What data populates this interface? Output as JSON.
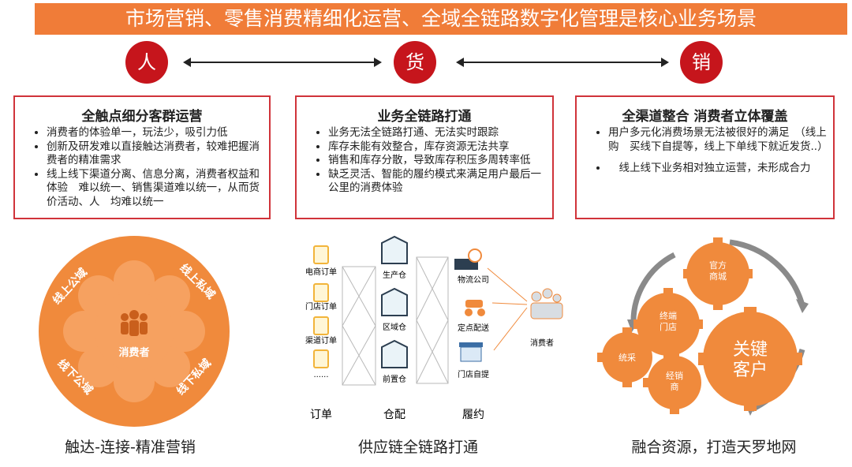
{
  "banner_title": "市场营销、零售消费精细化运营、全域全链路数字化管理是核心业务场景",
  "pillars": [
    {
      "circle": "人",
      "heading": "全触点细分客群运营",
      "bullets": [
        "消费者的体验单一，玩法少，吸引力低",
        "创新及研发难以直接触达消费者，较难把握消费者的精准需求",
        "线上线下渠道分离、信息分离，消费者权益和体验　难以统一、销售渠道难以统一，从而货价活动、人　均难以统一"
      ]
    },
    {
      "circle": "货",
      "heading": "业务全链路打通",
      "bullets": [
        "业务无法全链路打通、无法实时跟踪",
        "库存未能有效整合，库存资源无法共享",
        "销售和库存分散，导致库存积压多周转率低",
        "缺乏灵活、智能的履约模式来满足用户最后一公里的消费体验"
      ]
    },
    {
      "circle": "销",
      "heading": "全渠道整合 消费者立体覆盖",
      "bullets": [
        "用户多元化消费场景无法被很好的满足　（线上购　买线下自提等，线上下单线下就近发货..）",
        "　线上线下业务相对独立运营，未形成合力"
      ]
    }
  ],
  "consumer_ring": {
    "center": "消费者",
    "quadrants": [
      "线上公域",
      "线上私域",
      "线下公域",
      "线下私域"
    ],
    "caption": "触达-连接-精准营销"
  },
  "supply_chain": {
    "orders": [
      "电商订单",
      "门店订单",
      "渠道订单",
      "......"
    ],
    "warehouses": [
      "生产仓",
      "区域仓",
      "前置仓"
    ],
    "fulfillment": [
      "物流公司",
      "定点配送",
      "门店自提"
    ],
    "end": "消费者",
    "column_labels": [
      "订单",
      "仓配",
      "履约"
    ],
    "caption": "供应链全链路打通"
  },
  "gears": {
    "labels": [
      "官方商城",
      "终端门店",
      "统采",
      "经销商",
      "关键客户"
    ],
    "caption": "融合资源，打造天罗地网"
  },
  "colors": {
    "banner": "#f07c38",
    "circle": "#c6151c",
    "box_border": "#d0333a",
    "orange": "#f08a3c",
    "ring_light": "#f6a160"
  }
}
